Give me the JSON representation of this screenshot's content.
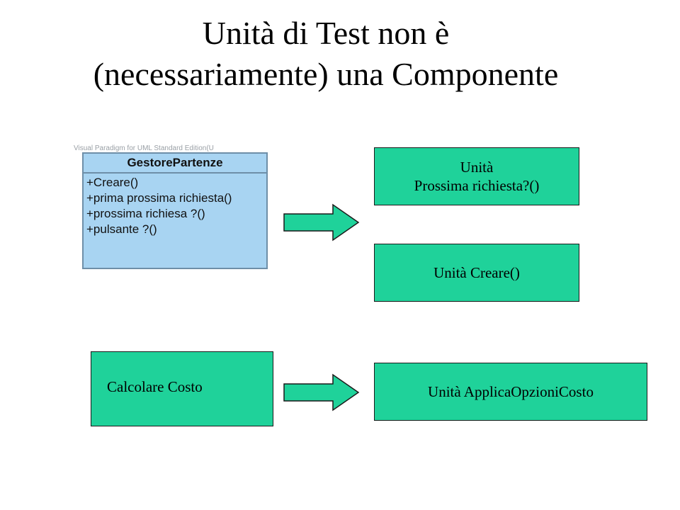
{
  "title": {
    "line1": "Unità di Test non è",
    "line2": "(necessariamente) una Componente"
  },
  "uml": {
    "caption": "Visual Paradigm for UML Standard Edition(U",
    "class_name": "GestorePartenze",
    "methods": [
      "+Creare()",
      "+prima prossima richiesta()",
      "+prossima richiesa ?()",
      "+pulsante ?()"
    ]
  },
  "boxes": {
    "unita_prossima": {
      "line1": "Unità",
      "line2": "Prossima richiesta?()"
    },
    "unita_creare": "Unità Creare()",
    "calcolare_costo": "Calcolare Costo",
    "unita_applica": "Unità ApplicaOpzioniCosto"
  },
  "colors": {
    "box_fill": "#1fd29a",
    "uml_fill": "#a8d4f2",
    "arrow_fill": "#1fd29a"
  }
}
